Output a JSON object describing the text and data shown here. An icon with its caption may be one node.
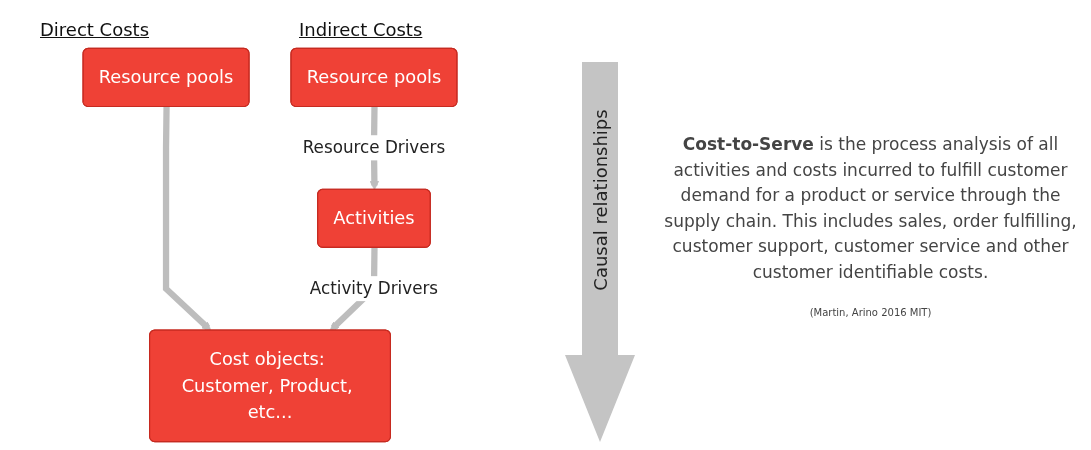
{
  "diagram": {
    "nodes": [
      {
        "text": [
          "Resource pools"
        ]
      },
      {
        "text": [
          "Resource pools"
        ]
      },
      {
        "text": [
          "Activities"
        ]
      },
      {
        "text": [
          "Cost objects: Customer, Product, etc..."
        ]
      }
    ],
    "edges": [
      {
        "from": 0,
        "to": 3,
        "arrow": "to"
      },
      {
        "from": 1,
        "to": 2,
        "arrow": "to",
        "label": "Resource Drivers"
      },
      {
        "from": 2,
        "to": 3,
        "arrow": "to",
        "label": "Activity Drivers"
      }
    ],
    "labels": [
      "Direct Costs",
      "Indirect Costs",
      "Causal relationships",
      "**Cost-to-Serve** is the process analysis of all activities and costs incurred to fulfill customer demand for a product or service through the supply chain. This includes sales, order fulfilling, customer support, customer service and other customer identifiable costs.",
      "(Martin, Arino 2016 MIT)"
    ]
  }
}
